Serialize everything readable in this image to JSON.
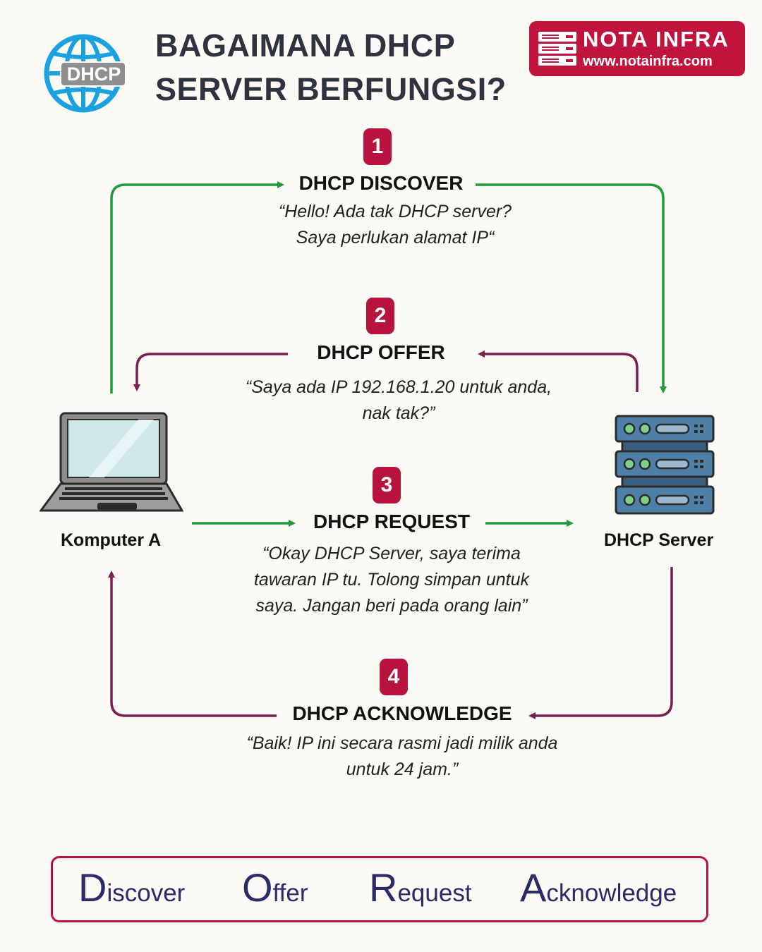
{
  "title": {
    "line1": "BAGAIMANA DHCP",
    "line2": "SERVER BERFUNGSI?"
  },
  "logo": {
    "icon": "globe-icon",
    "label": "DHCP"
  },
  "brand": {
    "icon": "server-rack-icon",
    "name": "NOTA INFRA",
    "url": "www.notainfra.com",
    "color": "#c0143c"
  },
  "steps": [
    {
      "number": "1",
      "title": "DHCP DISCOVER",
      "quote": [
        "“Hello! Ada tak DHCP server?",
        "Saya perlukan alamat IP“"
      ],
      "direction": "client-to-server"
    },
    {
      "number": "2",
      "title": "DHCP OFFER",
      "quote": [
        "“Saya ada IP 192.168.1.20 untuk anda,",
        "nak tak?”"
      ],
      "direction": "server-to-client"
    },
    {
      "number": "3",
      "title": "DHCP REQUEST",
      "quote": [
        "“Okay DHCP Server, saya terima",
        "tawaran IP tu. Tolong simpan untuk",
        "saya. Jangan beri pada orang lain”"
      ],
      "direction": "client-to-server"
    },
    {
      "number": "4",
      "title": "DHCP ACKNOWLEDGE",
      "quote": [
        "“Baik! IP ini secara rasmi jadi milik anda",
        "untuk 24 jam.”"
      ],
      "direction": "server-to-client"
    }
  ],
  "devices": {
    "client": {
      "label": "Komputer A",
      "icon": "laptop-icon"
    },
    "server": {
      "label": "DHCP Server",
      "icon": "server-icon"
    }
  },
  "summary": [
    {
      "initial": "D",
      "rest": "iscover"
    },
    {
      "initial": "O",
      "rest": "ffer"
    },
    {
      "initial": "R",
      "rest": "equest"
    },
    {
      "initial": "A",
      "rest": "cknowledge"
    }
  ],
  "colors": {
    "client_to_server_arrow": "#1f9a3c",
    "server_to_client_arrow": "#7b1e52",
    "badge": "#b8133f",
    "summary_text": "#2b2a6b"
  }
}
